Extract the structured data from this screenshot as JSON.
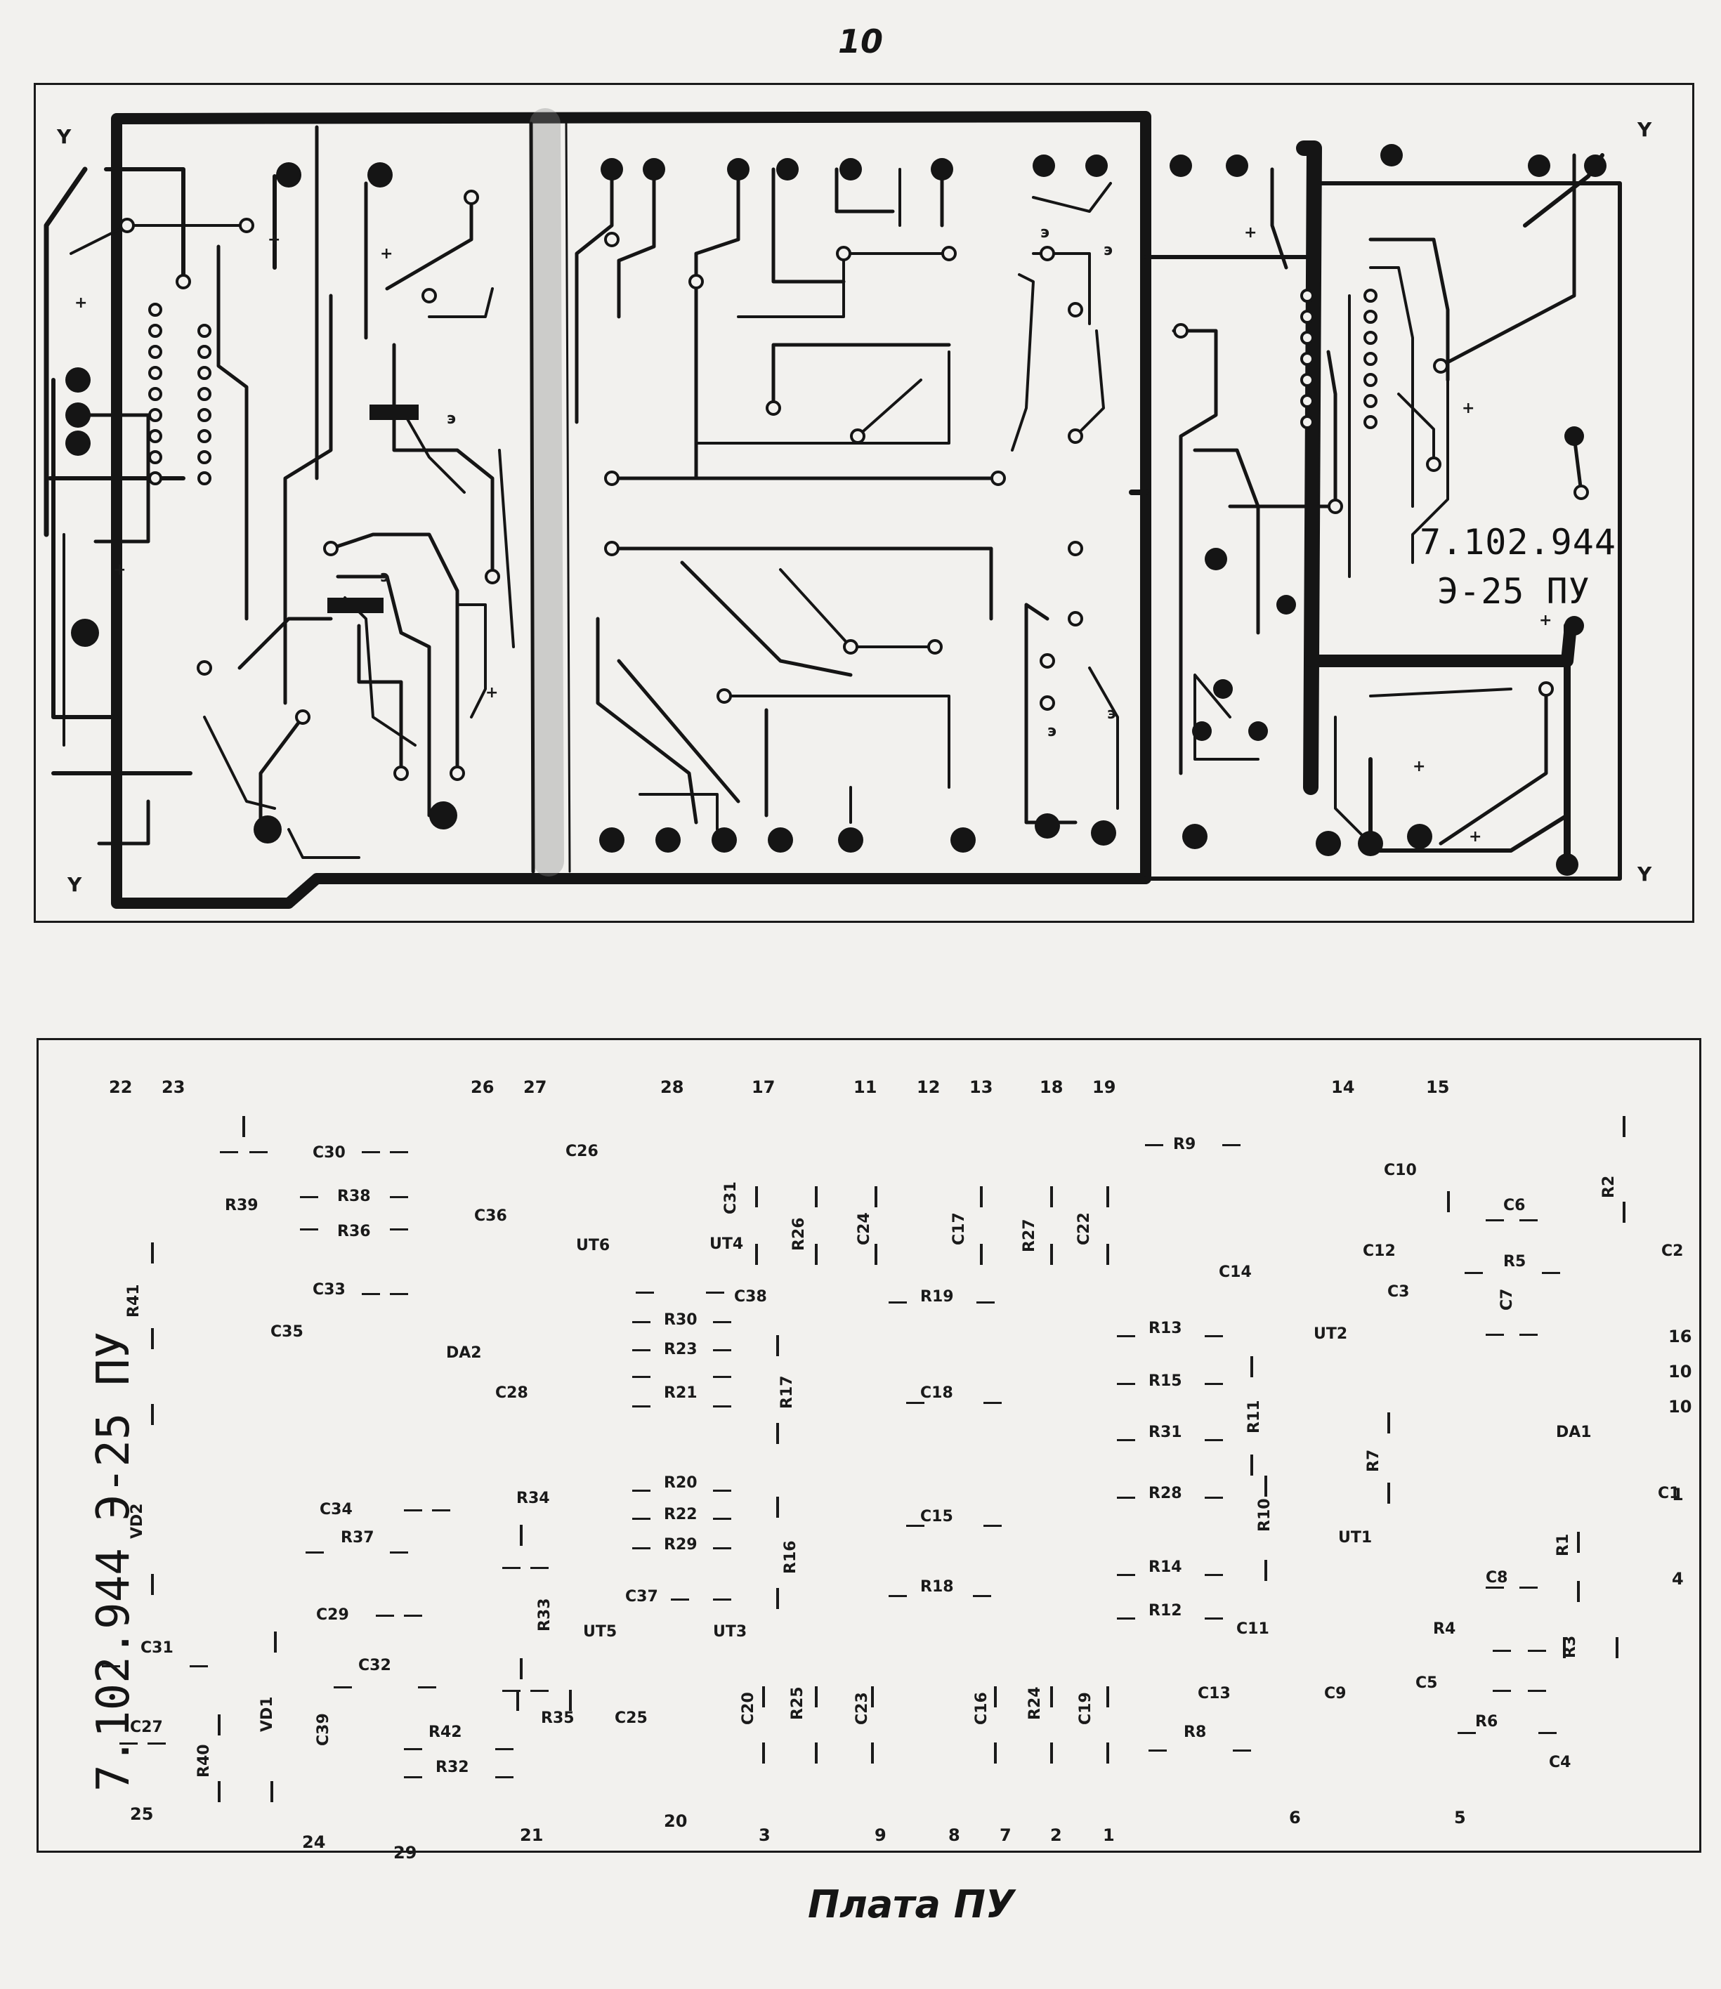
{
  "page_number": "10",
  "pcb_top": {
    "board_code": "7.102.944",
    "board_sub": "Э-25 ПУ",
    "mount_marker": "Y",
    "polarity_plus": "+",
    "emitter_marker": "э"
  },
  "assembly": {
    "vertical_code": "7.102.944   Э-25   ПУ",
    "pins_top": [
      "22",
      "23",
      "26",
      "27",
      "28",
      "17",
      "11",
      "12",
      "13",
      "18",
      "19",
      "14",
      "15"
    ],
    "pins_right": [
      "16",
      "10",
      "10",
      "1",
      "4"
    ],
    "pins_bottom": [
      "25",
      "24",
      "29",
      "21",
      "20",
      "3",
      "9",
      "8",
      "7",
      "2",
      "1",
      "6",
      "5"
    ],
    "components": {
      "C30": "C30",
      "C26": "C26",
      "R39": "R39",
      "R38": "R38",
      "C36": "C36",
      "R36": "R36",
      "UT6": "UT6",
      "C31": "C31",
      "UT4": "UT4",
      "R26": "R26",
      "C24": "C24",
      "C17": "C17",
      "R27": "R27",
      "C22": "C22",
      "R9": "R9",
      "C10": "C10",
      "C6": "C6",
      "R2": "R2",
      "R41": "R41",
      "C33": "C33",
      "C38": "C38",
      "R19": "R19",
      "C14": "C14",
      "C12": "C12",
      "R5": "R5",
      "C2": "C2",
      "C3": "C3",
      "C7": "C7",
      "C35": "C35",
      "R30": "R30",
      "R23": "R23",
      "DA2": "DA2",
      "R13": "R13",
      "UT2": "UT2",
      "R15": "R15",
      "C28": "C28",
      "R21": "R21",
      "R17": "R17",
      "C18": "C18",
      "R31": "R31",
      "R11": "R11",
      "DA1": "DA1",
      "R7": "R7",
      "R20": "R20",
      "R28": "R28",
      "C1": "C1",
      "C34": "C34",
      "R34": "R34",
      "R22": "R22",
      "C15": "C15",
      "R10": "R10",
      "UT1": "UT1",
      "VD2": "VD2",
      "R37": "R37",
      "R29": "R29",
      "R16": "R16",
      "R14": "R14",
      "R1": "R1",
      "C37": "C37",
      "R18": "R18",
      "C8": "C8",
      "C29": "C29",
      "R33": "R33",
      "UT5": "UT5",
      "UT3": "UT3",
      "R12": "R12",
      "C11": "C11",
      "R4": "R4",
      "R3": "R3",
      "C31b": "C31",
      "C32": "C32",
      "C9": "C9",
      "C5": "C5",
      "R35": "R35",
      "C25": "C25",
      "C20": "C20",
      "R25": "R25",
      "C23": "C23",
      "C16": "C16",
      "R24": "R24",
      "C19": "C19",
      "C13": "C13",
      "C27": "C27",
      "VD1": "VD1",
      "C39": "C39",
      "R42": "R42",
      "R8": "R8",
      "R6": "R6",
      "R40": "R40",
      "R32": "R32",
      "C4": "C4"
    }
  },
  "caption": "Плата ПУ"
}
